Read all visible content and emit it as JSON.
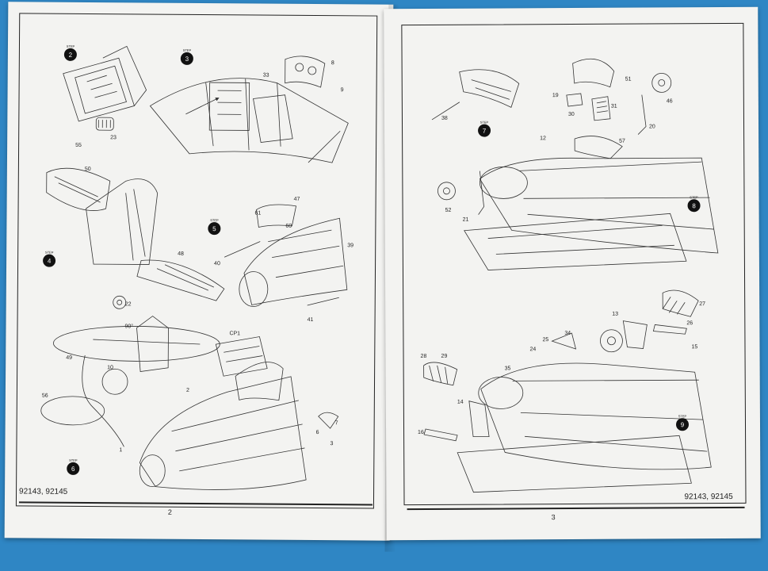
{
  "left_page": {
    "footer_codes": "92143, 92145",
    "page_number": "2",
    "steps": [
      "2",
      "3",
      "4",
      "5",
      "6"
    ],
    "step_word": "STEP",
    "part_numbers": [
      "55",
      "23",
      "33",
      "8",
      "9",
      "50",
      "48",
      "47",
      "61",
      "60",
      "39",
      "40",
      "41",
      "22",
      "90°",
      "49",
      "CP1",
      "10",
      "56",
      "1",
      "2",
      "6",
      "7",
      "3"
    ]
  },
  "right_page": {
    "footer_codes": "92143, 92145",
    "page_number": "3",
    "steps": [
      "7",
      "8",
      "9"
    ],
    "step_word": "STEP",
    "part_numbers": [
      "38",
      "19",
      "30",
      "31",
      "51",
      "46",
      "20",
      "12",
      "57",
      "52",
      "21",
      "13",
      "27",
      "26",
      "15",
      "25",
      "34",
      "24",
      "35",
      "28",
      "29",
      "14",
      "16"
    ]
  },
  "colors": {
    "paper": "#f3f3f1",
    "background": "#2f86c4",
    "ink": "#222222"
  }
}
